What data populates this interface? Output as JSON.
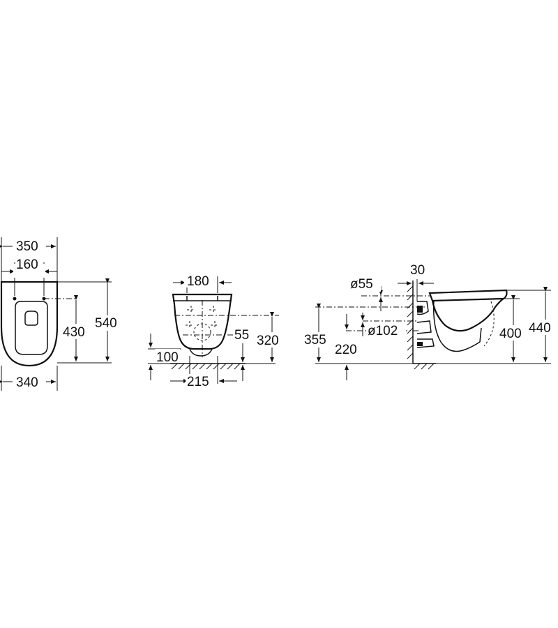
{
  "views": {
    "top": {
      "dims": {
        "width_total": "350",
        "width_holes": "160",
        "width_bottom": "340",
        "length_holes": "430",
        "length_total": "540"
      }
    },
    "front": {
      "dims": {
        "top_width": "180",
        "height_inlet": "55",
        "height_total": "320",
        "floor_offset": "100",
        "bottom_width": "215"
      }
    },
    "side": {
      "dims": {
        "wall_gap": "30",
        "inlet_dia": "ø55",
        "outlet_dia": "ø102",
        "height_355": "355",
        "height_220": "220",
        "height_400": "400",
        "height_440": "440"
      }
    }
  }
}
